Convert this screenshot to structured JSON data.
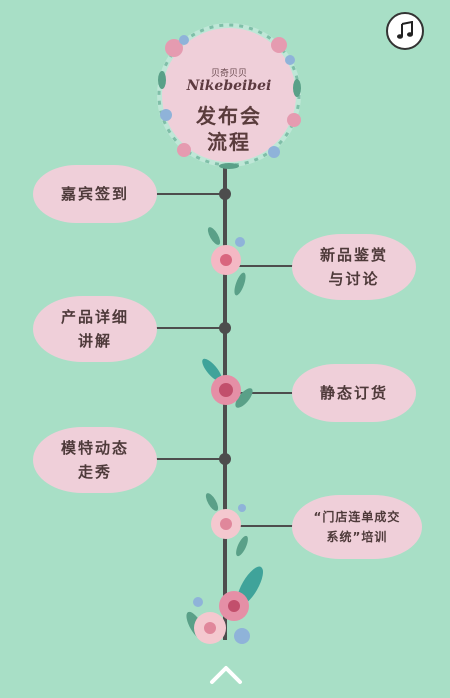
{
  "header": {
    "brand_mark": "贝奇贝贝",
    "brand": "Nikebeibei",
    "title_line1": "发布会",
    "title_line2": "流程"
  },
  "steps": [
    {
      "line1": "嘉宾签到"
    },
    {
      "line1": "新品鉴赏",
      "line2": "与讨论"
    },
    {
      "line1": "产品详细",
      "line2": "讲解"
    },
    {
      "line1": "静态订货"
    },
    {
      "line1": "模特动态",
      "line2": "走秀"
    },
    {
      "line1": "“门店连单成交",
      "line2": "系统”培训"
    }
  ],
  "icons": {
    "music": "music-note-icon",
    "scroll": "chevron-up-icon"
  },
  "colors": {
    "background": "#a8dfc6",
    "bubble": "#efcfd9",
    "line": "#4d4d4d",
    "text": "#4e3a3a"
  }
}
